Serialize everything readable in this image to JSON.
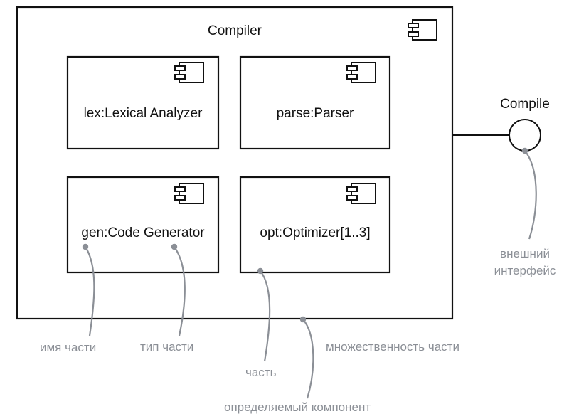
{
  "component": {
    "title": "Compiler",
    "interface_label": "Compile"
  },
  "parts": [
    {
      "key": "lex",
      "label": "lex:Lexical Analyzer"
    },
    {
      "key": "parse",
      "label": "parse:Parser"
    },
    {
      "key": "gen",
      "label": "gen:Code Generator"
    },
    {
      "key": "opt",
      "label": "opt:Optimizer[1..3]"
    }
  ],
  "annotations": {
    "part_name": "имя части",
    "part_type": "тип части",
    "part": "часть",
    "part_multiplicity": "множественность части",
    "defined_component": "определяемый компонент",
    "external_interface_line1": "внешний",
    "external_interface_line2": "интерфейс"
  },
  "colors": {
    "line": "#111111",
    "annotation": "#8b8f96"
  },
  "icons": [
    "component-icon"
  ]
}
